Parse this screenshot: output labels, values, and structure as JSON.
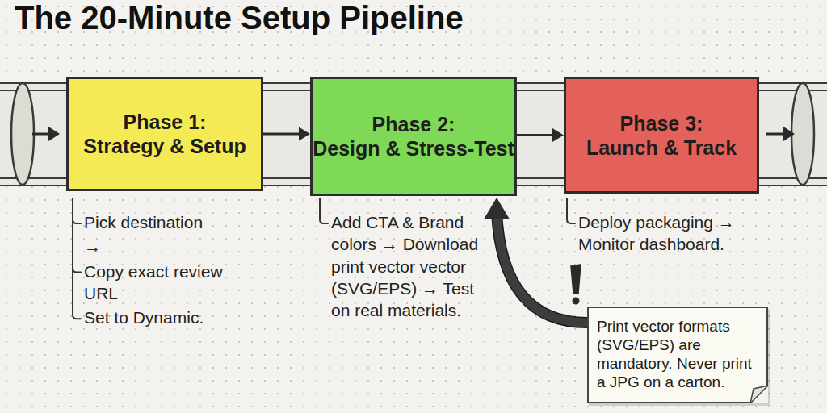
{
  "diagram": {
    "title": "The 20-Minute Setup Pipeline",
    "nodes": [
      {
        "text": [
          "Phase 1:",
          "Strategy & Setup"
        ]
      },
      {
        "text": [
          "Phase 2:",
          "Design & Stress-Test"
        ]
      },
      {
        "text": [
          "Phase 3:",
          "Launch & Track"
        ]
      },
      {
        "text": [
          "Print vector formats (SVG/EPS) are mandatory. Never print a JPG on a carton."
        ]
      }
    ],
    "edges": [
      {
        "from": 0,
        "to": 1,
        "arrow": "to"
      },
      {
        "from": 1,
        "to": 2,
        "arrow": "to"
      },
      {
        "from": 3,
        "to": 1,
        "arrow": "to"
      }
    ],
    "labels": [
      "Pick destination",
      "→",
      "Copy exact review URL",
      "Set to Dynamic.",
      "Add CTA & Brand colors → Download print vector vector (SVG/EPS) → Test on real materials.",
      "Deploy packaging → Monitor dashboard."
    ]
  }
}
